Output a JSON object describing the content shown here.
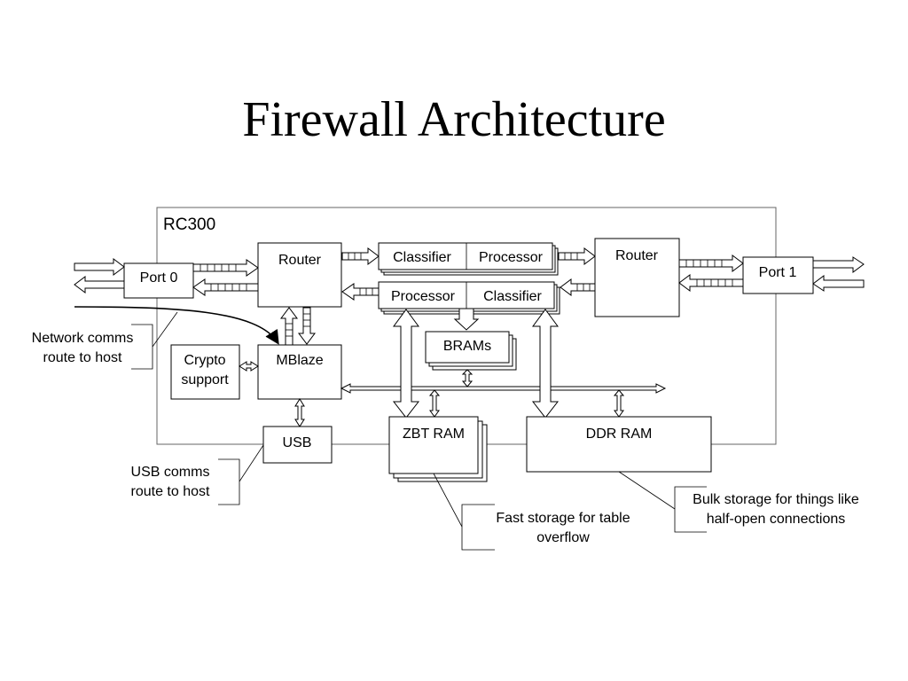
{
  "title": "Firewall Architecture",
  "diagram": {
    "board_label": "RC300",
    "blocks": {
      "port0": "Port 0",
      "port1": "Port 1",
      "router_left": "Router",
      "router_right": "Router",
      "classifier_top": "Classifier",
      "processor_top": "Processor",
      "processor_bottom": "Processor",
      "classifier_bottom": "Classifier",
      "brams": "BRAMs",
      "crypto_line1": "Crypto",
      "crypto_line2": "support",
      "mblaze": "MBlaze",
      "usb": "USB",
      "zbt_ram": "ZBT RAM",
      "ddr_ram": "DDR RAM"
    },
    "annotations": {
      "network_comms_line1": "Network comms",
      "network_comms_line2": "route to host",
      "usb_comms_line1": "USB comms",
      "usb_comms_line2": "route to host",
      "fast_storage_line1": "Fast storage for table",
      "fast_storage_line2": "overflow",
      "bulk_storage_line1": "Bulk storage for things like",
      "bulk_storage_line2": "half-open connections"
    }
  }
}
